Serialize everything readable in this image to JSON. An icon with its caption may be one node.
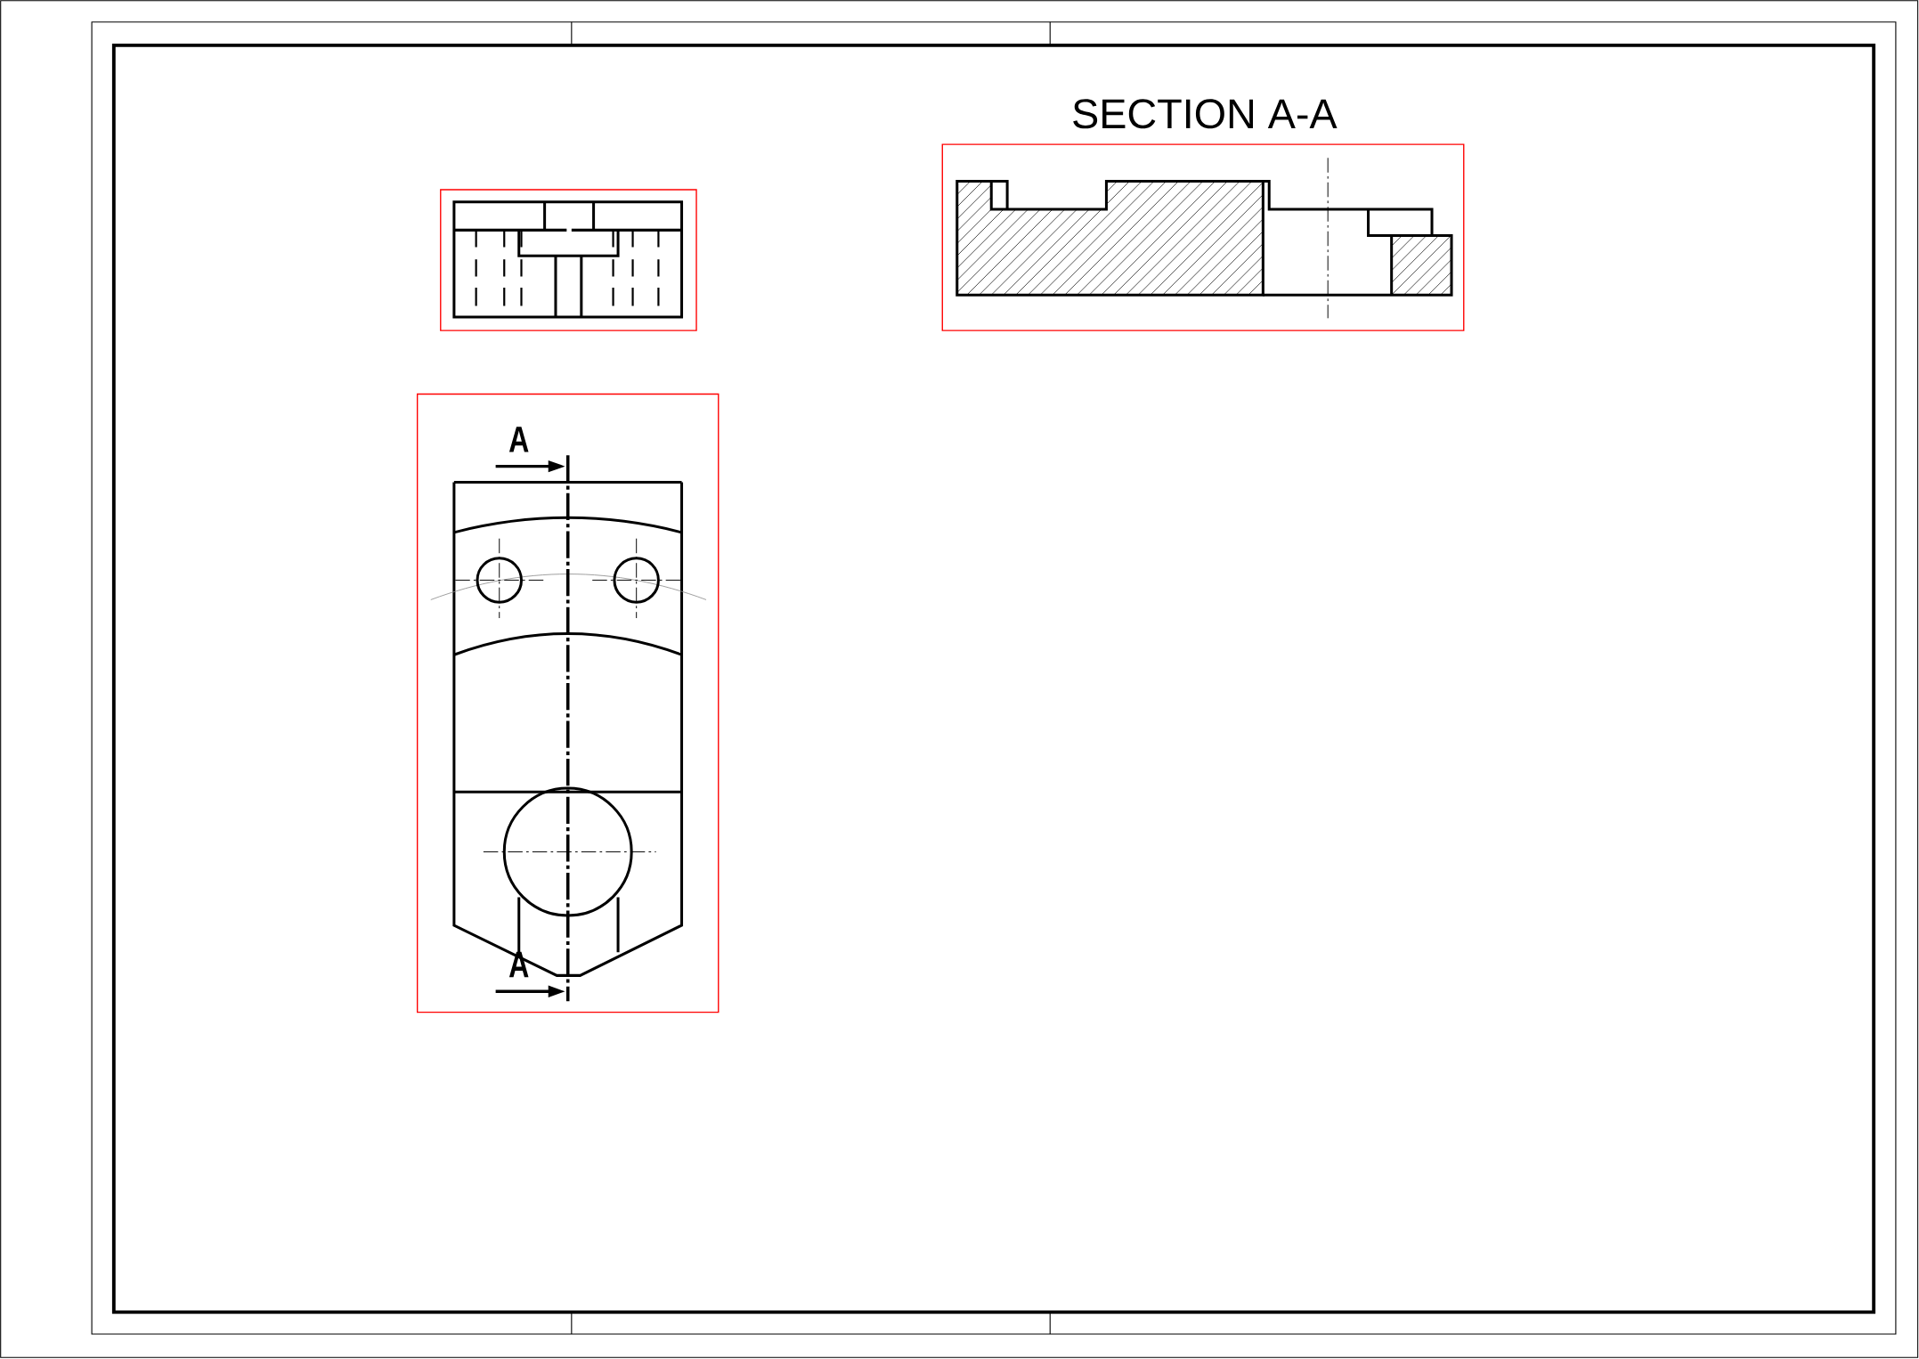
{
  "diagram": {
    "labels": [
      "SECTION A-A",
      "A",
      "A"
    ]
  }
}
